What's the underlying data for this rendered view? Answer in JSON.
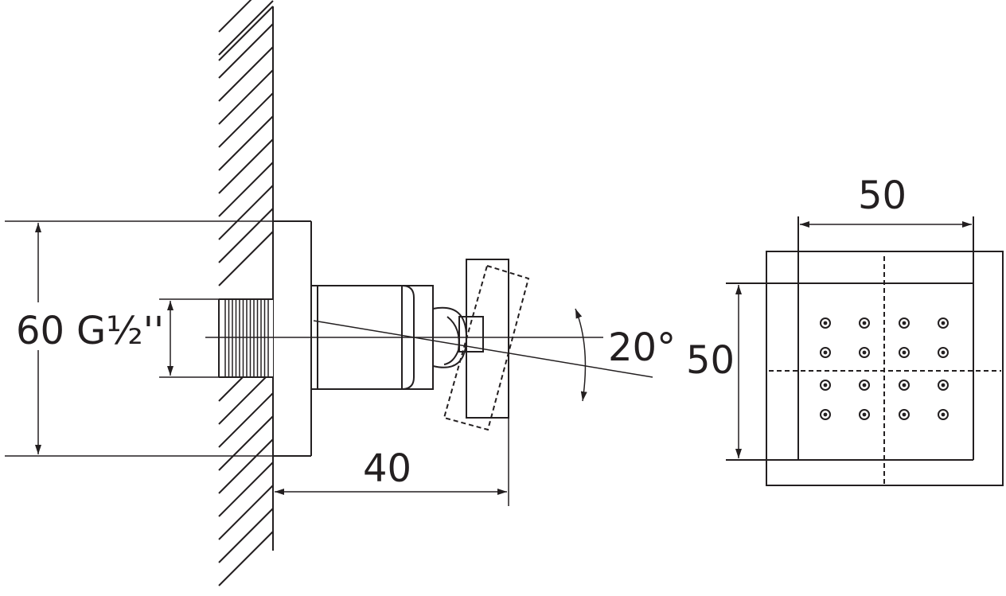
{
  "dimensions": {
    "total_height": "60",
    "thread": "G½''",
    "projection": "40",
    "tilt_angle": "20°",
    "head_width": "50",
    "head_height": "50"
  },
  "nozzle_grid": {
    "rows": 4,
    "cols": 4
  },
  "colors": {
    "line": "#231f20",
    "background": "#ffffff"
  }
}
